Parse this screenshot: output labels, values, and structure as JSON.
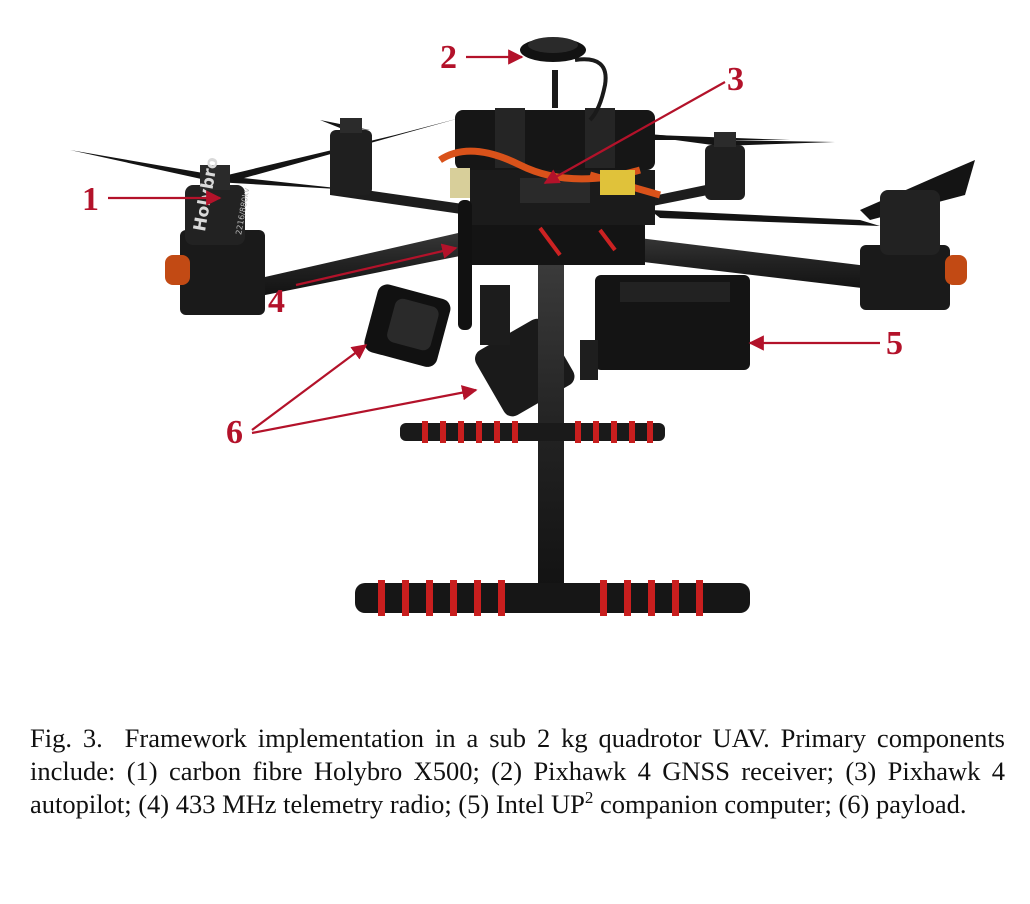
{
  "figure": {
    "callouts": [
      "1",
      "2",
      "3",
      "4",
      "5",
      "6"
    ],
    "motor_brand": "Holybro",
    "motor_spec": "2216/880kv",
    "colors": {
      "arrow": "#b3122a",
      "carbon": "#2b2b2b",
      "grip_red": "#c81e1e",
      "frame_black": "#161616"
    }
  },
  "caption": {
    "label": "Fig. 3.",
    "text_before_sup": "Framework implementation in a sub 2 kg quadrotor UAV. Primary components include: (1) carbon fibre Holybro X500; (2) Pixhawk 4 GNSS receiver; (3) Pixhawk 4 autopilot; (4) 433 MHz telemetry radio; (5) Intel UP",
    "sup": "2",
    "text_after_sup": " companion computer; (6) payload."
  }
}
